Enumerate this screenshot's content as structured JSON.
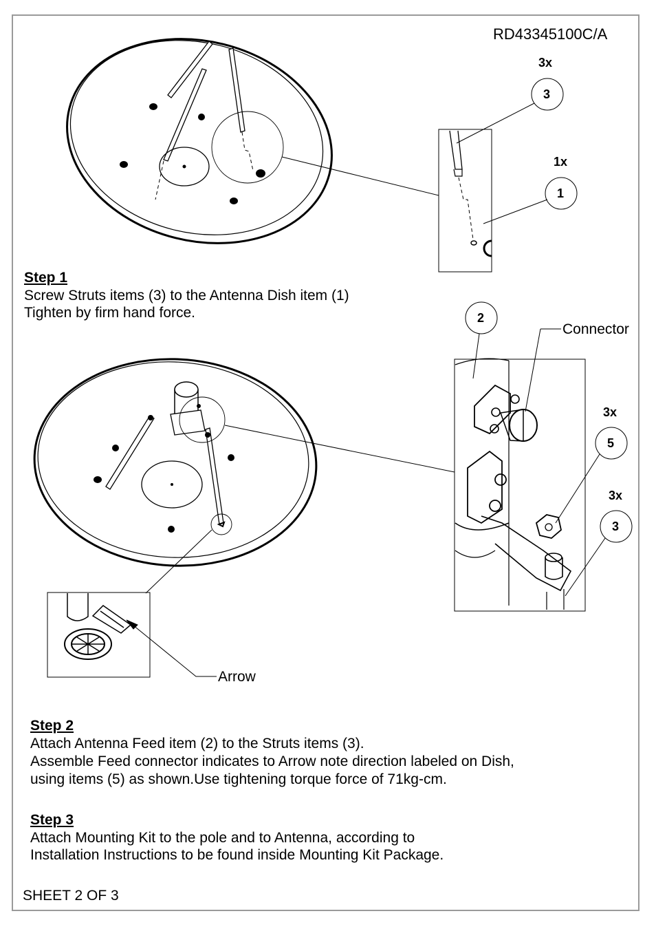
{
  "doc_id": "RD43345100C/A",
  "quantities": {
    "struts_top": "3x",
    "dish": "1x",
    "nuts": "3x",
    "struts_mid": "3x"
  },
  "bubbles": {
    "strut": "3",
    "dish": "1",
    "feed": "2",
    "nut": "5",
    "strut_b": "3"
  },
  "labels": {
    "connector": "Connector",
    "arrow": "Arrow"
  },
  "step1": {
    "title": "Step 1",
    "lines": [
      "Screw Struts items (3) to the Antenna  Dish item (1)",
      "Tighten by firm hand force."
    ]
  },
  "step2": {
    "title": "Step 2",
    "lines": [
      "Attach Antenna Feed item (2) to the Struts items (3).",
      "Assemble Feed connector indicates to Arrow note direction labeled on Dish,",
      "using items (5) as shown.Use tightening torque force of 71kg-cm."
    ]
  },
  "step3": {
    "title": "Step 3",
    "lines": [
      "Attach Mounting Kit to the pole and to Antenna, according to",
      "Installation Instructions to be found inside Mounting Kit Package."
    ]
  },
  "footer": {
    "sheet": "SHEET 2 OF 3"
  }
}
